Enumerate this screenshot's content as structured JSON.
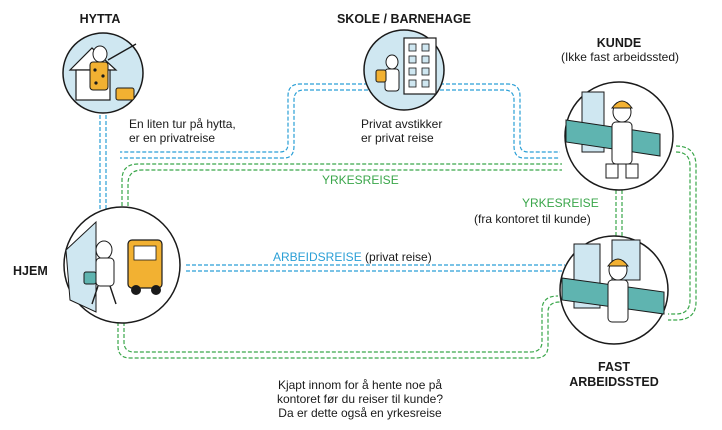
{
  "places": {
    "hytta": {
      "title": "HYTTA",
      "caption_line1": "En liten tur på hytta,",
      "caption_line2": "er en privatreise"
    },
    "skole": {
      "title": "SKOLE / BARNEHAGE",
      "caption_line1": "Privat avstikker",
      "caption_line2": "er privat reise"
    },
    "kunde": {
      "title": "KUNDE",
      "subtitle": "(Ikke fast arbeidssted)"
    },
    "hjem": {
      "title": "HJEM"
    },
    "fast": {
      "title_line1": "FAST",
      "title_line2": "ARBEIDSSTED"
    }
  },
  "routes": {
    "yrkesreise_top": "YRKESREISE",
    "yrkesreise_right": "YRKESREISE",
    "yrkesreise_right_note": "(fra kontoret til kunde)",
    "arbeidsreise": "ARBEIDSREISE",
    "arbeidsreise_note": "(privat reise)"
  },
  "bottom_note": {
    "line1": "Kjapt innom for å hente noe på",
    "line2": "kontoret før du reiser til kunde?",
    "line3": "Da er dette også en yrkesreise"
  },
  "colors": {
    "private_route": "#2a9fd6",
    "work_route": "#3aa64a",
    "circle_fill": "#cfe7f1",
    "outline": "#1a1a1a"
  },
  "icons": [
    "cabin-hiker-icon",
    "school-child-icon",
    "customer-worker-icon",
    "home-car-icon",
    "office-worker-icon"
  ]
}
